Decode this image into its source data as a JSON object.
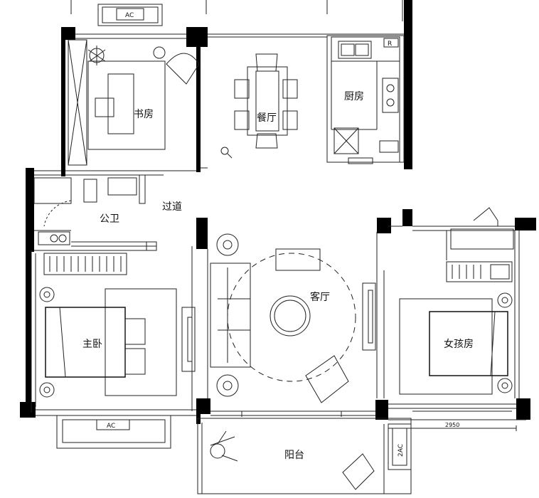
{
  "rooms": {
    "study": "书房",
    "dining": "餐厅",
    "kitchen": "厨房",
    "public_bath": "公卫",
    "corridor": "过道",
    "living": "客厅",
    "master_bedroom": "主卧",
    "girl_room": "女孩房",
    "balcony": "阳台"
  },
  "labels": {
    "ac_top": "AC",
    "ac_bottom": "AC",
    "ac_side": "2AC",
    "fridge": "R",
    "dimension": "2950"
  },
  "colors": {
    "wall": "#000000",
    "line": "#222222",
    "background": "#ffffff"
  }
}
